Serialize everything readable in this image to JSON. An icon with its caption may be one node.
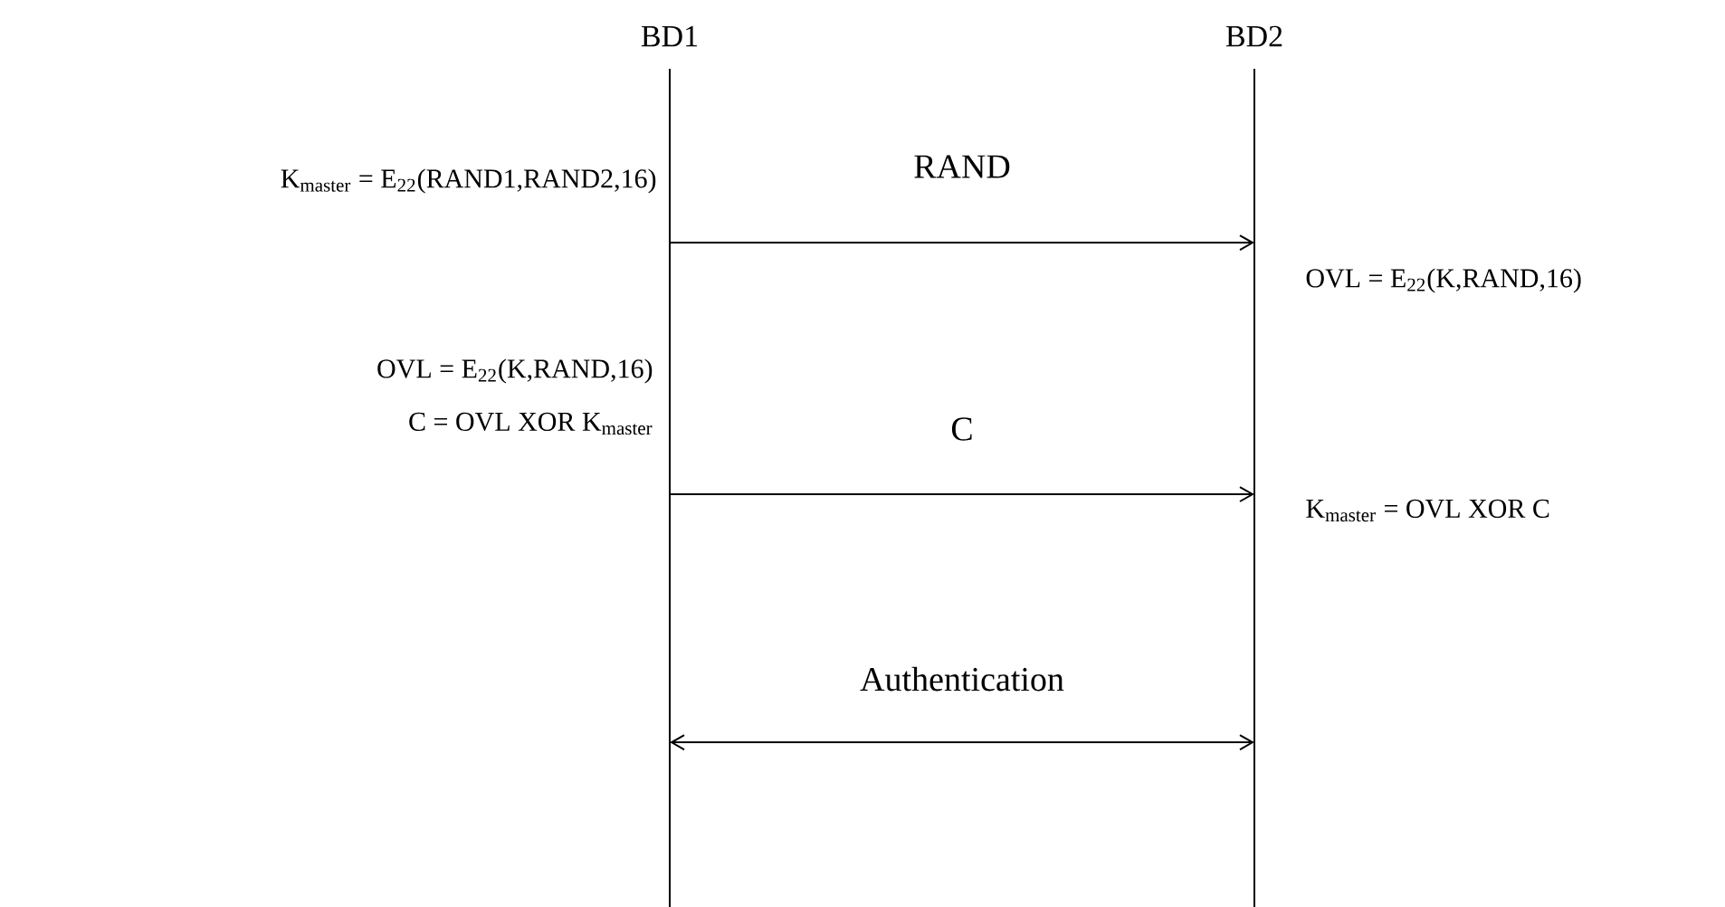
{
  "diagram": {
    "nodes": [
      {
        "text": [
          "BD1"
        ]
      },
      {
        "text": [
          "BD2"
        ]
      }
    ],
    "edges": [
      {
        "from": 0,
        "to": 1,
        "arrow": "to",
        "label": "RAND"
      },
      {
        "from": 0,
        "to": 1,
        "arrow": "to",
        "label": "C"
      },
      {
        "from": 0,
        "to": 1,
        "arrow": "both",
        "label": "Authentication"
      }
    ],
    "labels": [
      "K$_{master}$ = E$_{22}$(RAND1,RAND2,16)",
      "OVL = E$_{22}$(K,RAND,16)",
      "OVL = E$_{22}$(K,RAND,16)",
      "C = OVL XOR K$_{master}$",
      "K$_{master}$ = OVL XOR C"
    ]
  }
}
